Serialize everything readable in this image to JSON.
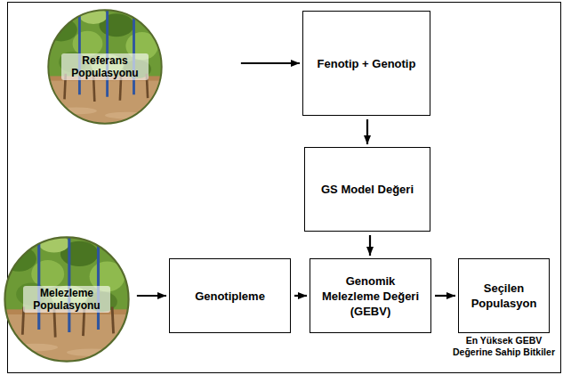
{
  "diagram": {
    "nodes": [
      {
        "text": [
          "Referans Populasyonu"
        ]
      },
      {
        "text": [
          "Fenotip + Genotip"
        ]
      },
      {
        "text": [
          "GS Model Değeri"
        ]
      },
      {
        "text": [
          "Melezleme Populasyonu"
        ]
      },
      {
        "text": [
          "Genotipleme"
        ]
      },
      {
        "text": [
          "Genomik Melezleme Değeri (GEBV)"
        ]
      },
      {
        "text": [
          "Seçilen Populasyon",
          "En Yüksek GEBV Değerine Sahip Bitkiler"
        ]
      }
    ],
    "edges": [
      {
        "from": 0,
        "to": 1,
        "arrow": "to"
      },
      {
        "from": 1,
        "to": 2,
        "arrow": "to"
      },
      {
        "from": 2,
        "to": 5,
        "arrow": "to"
      },
      {
        "from": 3,
        "to": 4,
        "arrow": "to"
      },
      {
        "from": 4,
        "to": 5,
        "arrow": "to"
      },
      {
        "from": 5,
        "to": 6,
        "arrow": "to"
      }
    ]
  }
}
